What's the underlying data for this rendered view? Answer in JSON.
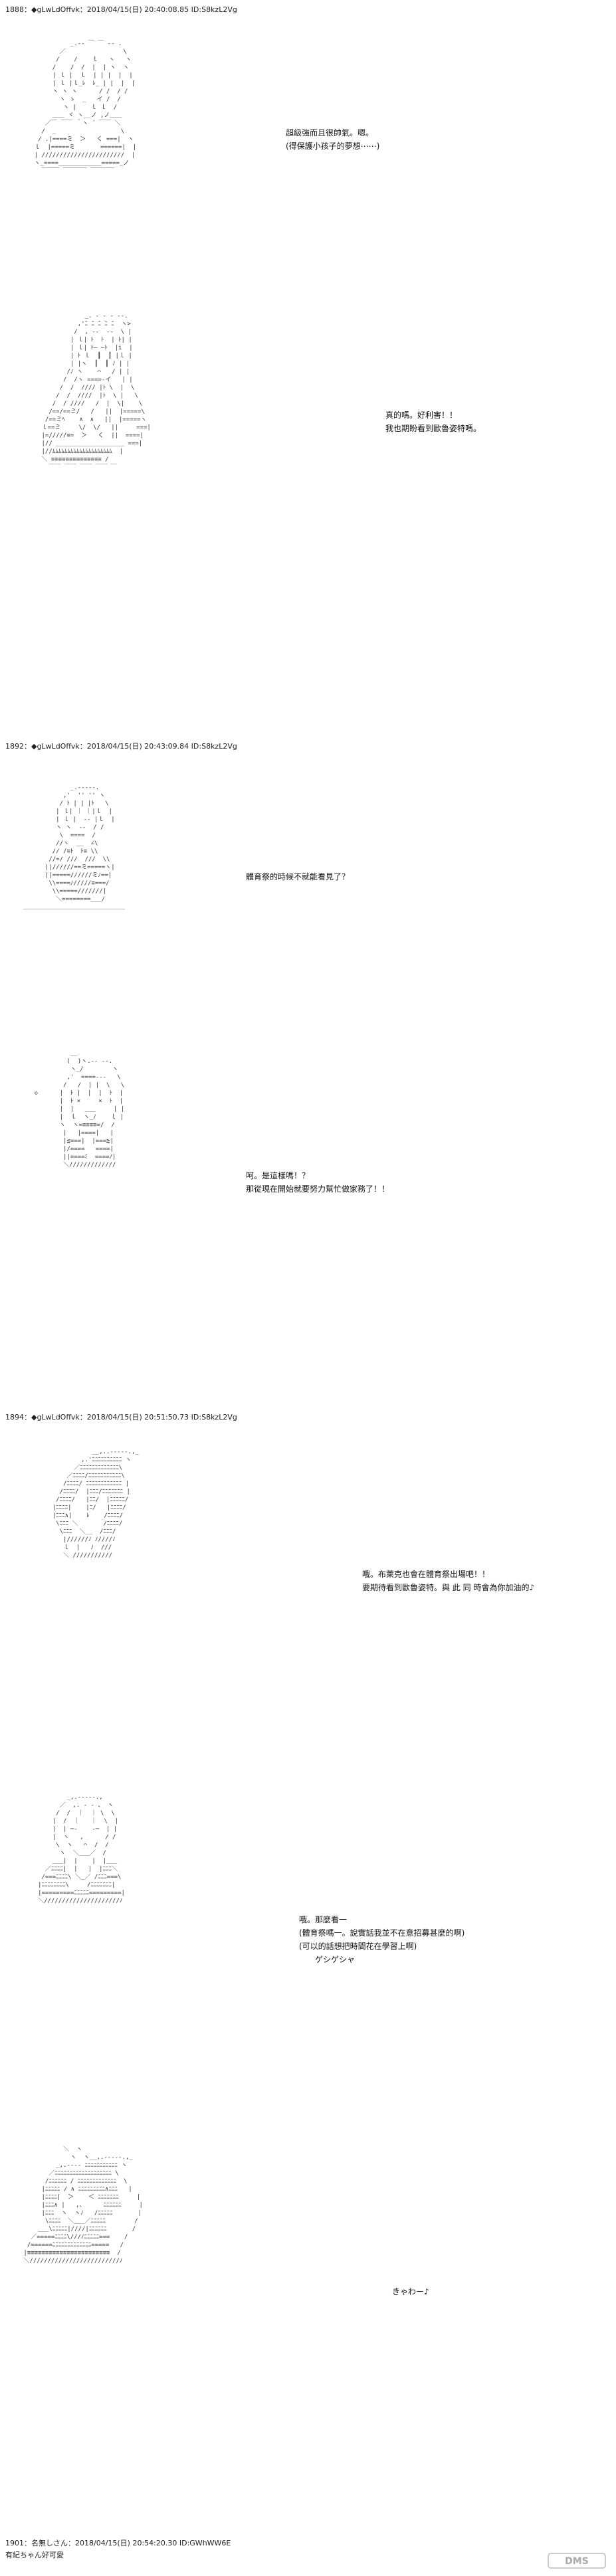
{
  "posts": [
    {
      "header": "1888：◆gLwLdOffvk：2018/04/15(日) 20:40:08.85 ID:S8kzL2Vg",
      "panels": [
        {
          "lines": [
            "超級強而且很帥氣。嗯。",
            "(得保護小孩子的夢想⋯⋯)"
          ]
        },
        {
          "lines": [
            "真的嗎。好利害！！",
            "我也期盼看到歐魯姿特嗎。"
          ]
        }
      ]
    },
    {
      "header": "1892：◆gLwLdOffvk：2018/04/15(日) 20:43:09.84 ID:S8kzL2Vg",
      "panels": [
        {
          "lines": [
            "體育祭的時候不就能看見了？"
          ]
        },
        {
          "lines": [
            "呵。是這樣嗎！？",
            "那從現在開始就要努力幫忙做家務了！！"
          ]
        }
      ]
    },
    {
      "header": "1894：◆gLwLdOffvk：2018/04/15(日) 20:51:50.73 ID:S8kzL2Vg",
      "panels": [
        {
          "lines": [
            "哦。布萊克也會在體育祭出場吧！！",
            "要期待看到歐魯姿特。與 此 同 時會為你加油的♪"
          ]
        },
        {
          "lines": [
            "哦。那麼看一",
            "(體育祭嗎一。說實話我並不在意招募甚麼的啊)",
            "(可以的話想把時間花在學習上啊)",
            "ゲシゲシャ"
          ]
        },
        {
          "lines": [
            "きゃわー♪"
          ]
        }
      ]
    }
  ],
  "footer": {
    "line1": "1901：名無しさん：2018/04/15(日) 20:54:20.30 ID:GWhWW6E",
    "line2": "有紀ちゃん好可愛"
  },
  "watermark": "DMS"
}
